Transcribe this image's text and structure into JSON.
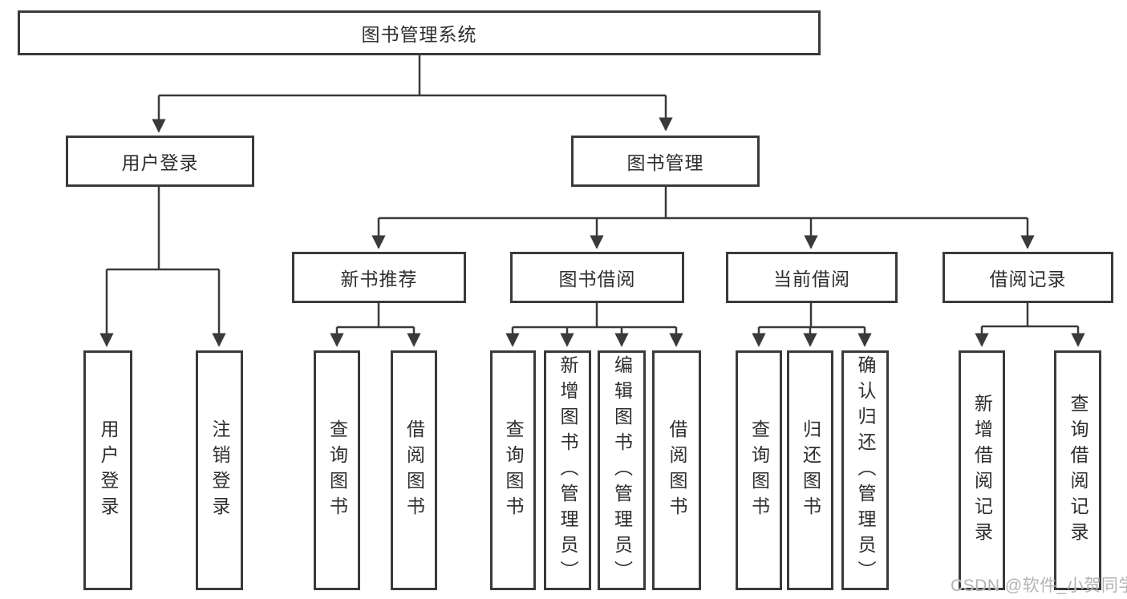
{
  "tree": {
    "label": "图书管理系统",
    "children": [
      {
        "label": "用户登录",
        "children": [
          {
            "label": "用户登录"
          },
          {
            "label": "注销登录"
          }
        ]
      },
      {
        "label": "图书管理",
        "children": [
          {
            "label": "新书推荐",
            "children": [
              {
                "label": "查询图书"
              },
              {
                "label": "借阅图书"
              }
            ]
          },
          {
            "label": "图书借阅",
            "children": [
              {
                "label": "查询图书"
              },
              {
                "label": "新增图书（管理员）"
              },
              {
                "label": "编辑图书（管理员）"
              },
              {
                "label": "借阅图书"
              }
            ]
          },
          {
            "label": "当前借阅",
            "children": [
              {
                "label": "查询图书"
              },
              {
                "label": "归还图书"
              },
              {
                "label": "确认归还（管理员）"
              }
            ]
          },
          {
            "label": "借阅记录",
            "children": [
              {
                "label": "新增借阅记录"
              },
              {
                "label": "查询借阅记录"
              }
            ]
          }
        ]
      }
    ]
  },
  "watermark": {
    "text": "CSDN @软件_小贺同学"
  },
  "colors": {
    "line": "#3a3a3a",
    "box_border": "#3a3a3a",
    "text": "#2e2e2e",
    "watermark": "#b3b3b3",
    "background": "#ffffff"
  }
}
